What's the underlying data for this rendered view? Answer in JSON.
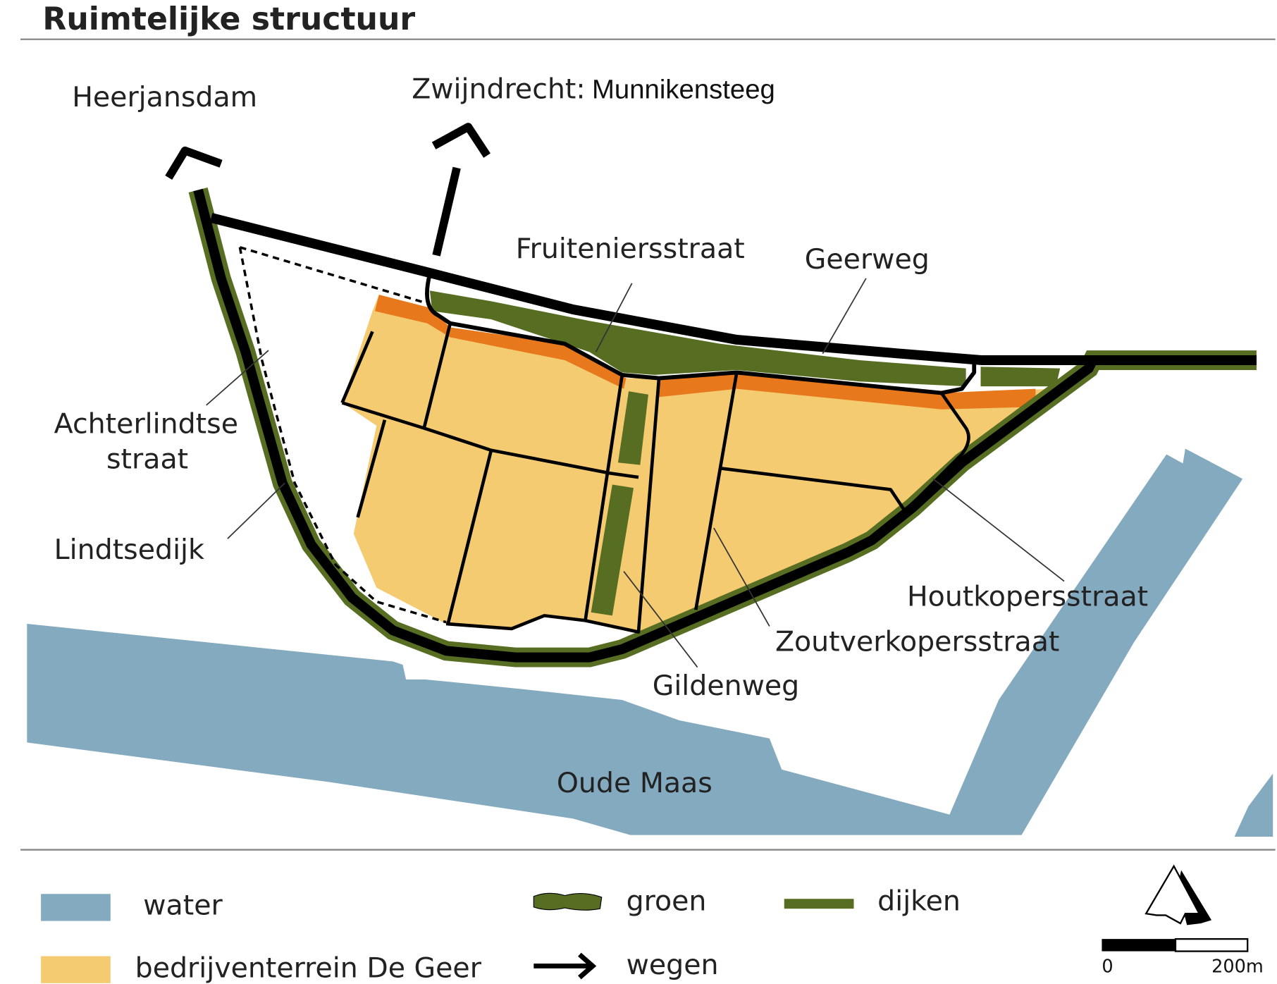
{
  "title": "Ruimtelijke structuur",
  "colors": {
    "water": "#84aac0",
    "terrain": "#f5cb72",
    "orange": "#e8781c",
    "green": "#576e22",
    "road": "#000000"
  },
  "labels": {
    "heerjansdam": "Heerjansdam",
    "zwijndrecht_prefix": "Zwijndrecht:",
    "zwijndrecht_street": "Munnikensteeg",
    "fruiteniersstraat": "Fruiteniersstraat",
    "geerweg": "Geerweg",
    "achterlindtse_1": "Achterlindtse",
    "achterlindtse_2": "straat",
    "lindtsedijk": "Lindtsedijk",
    "houtkopersstraat": "Houtkopersstraat",
    "zoutverkopersstraat": "Zoutverkopersstraat",
    "gildenweg": "Gildenweg",
    "oude_maas": "Oude Maas"
  },
  "legend": {
    "water": "water",
    "terrain": "bedrijventerrein De Geer",
    "green": "groen",
    "roads": "wegen",
    "dikes": "dijken"
  },
  "scale_bar": {
    "start": "0",
    "end": "200m"
  }
}
